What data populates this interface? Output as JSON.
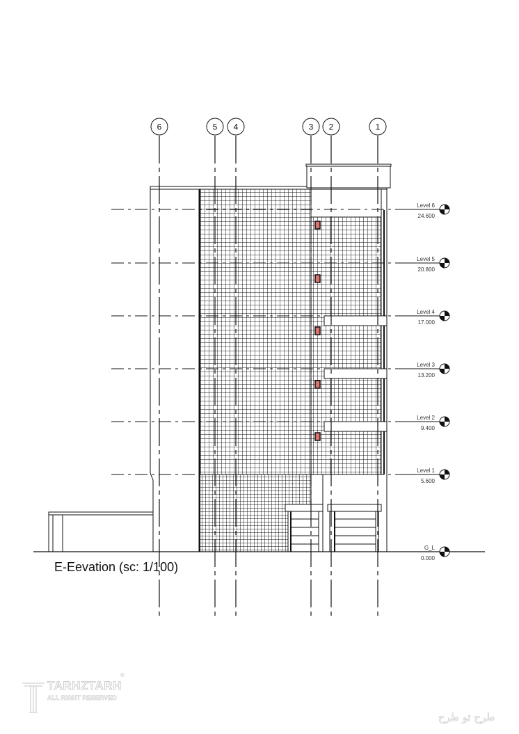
{
  "drawing": {
    "title": "E-Eevation (sc: 1/100)",
    "gridlines": [
      "6",
      "5",
      "4",
      "3",
      "2",
      "1"
    ],
    "levels": [
      {
        "name": "Level 6",
        "elevation": "24.600"
      },
      {
        "name": "Level 5",
        "elevation": "20.800"
      },
      {
        "name": "Level 4",
        "elevation": "17.000"
      },
      {
        "name": "Level 3",
        "elevation": "13.200"
      },
      {
        "name": "Level 2",
        "elevation": "9.400"
      },
      {
        "name": "Level 1",
        "elevation": "5.600"
      },
      {
        "name": "G_L",
        "elevation": "0.000"
      }
    ]
  },
  "watermark": {
    "brand": "TARHZTARH",
    "rights": "ALL RIGHT RESERVED",
    "registered": "®",
    "arabic": "طرح تو طرح"
  },
  "colors": {
    "line": "#111111",
    "window": "#d9736f",
    "watermark": "#c4c4c4"
  }
}
